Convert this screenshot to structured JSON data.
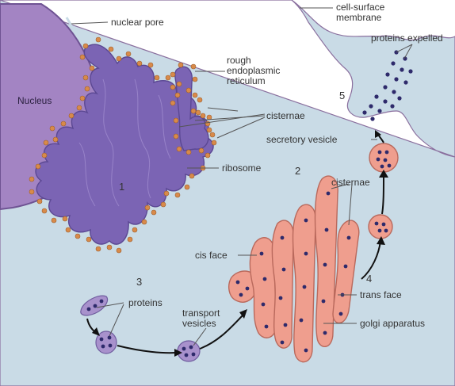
{
  "labels": {
    "nuclear_pore": "nuclear pore",
    "nucleus": "Nucleus",
    "rough_er_1": "rough",
    "rough_er_2": "endoplasmic",
    "rough_er_3": "reticulum",
    "cisternae_er": "cisternae",
    "ribosome": "ribosome",
    "cell_membrane_1": "cell-surface",
    "cell_membrane_2": "membrane",
    "proteins_expelled": "proteins expelled",
    "secretory_vesicle": "secretory vesicle",
    "cisternae_golgi": "cisternae",
    "cis_face": "cis face",
    "trans_face": "trans face",
    "golgi_apparatus": "golgi apparatus",
    "proteins": "proteins",
    "transport_1": "transport",
    "transport_2": "vesicles"
  },
  "steps": [
    "1",
    "2",
    "3",
    "4",
    "5"
  ],
  "colors": {
    "cytoplasm": "#c9dbe6",
    "nucleus": "#a384c3",
    "er": "#7b64b4",
    "ribosome": "#d88a4a",
    "golgi": "#ef9e8e",
    "protein_dot": "#2e2a6b",
    "vesicle": "#a891cc"
  }
}
